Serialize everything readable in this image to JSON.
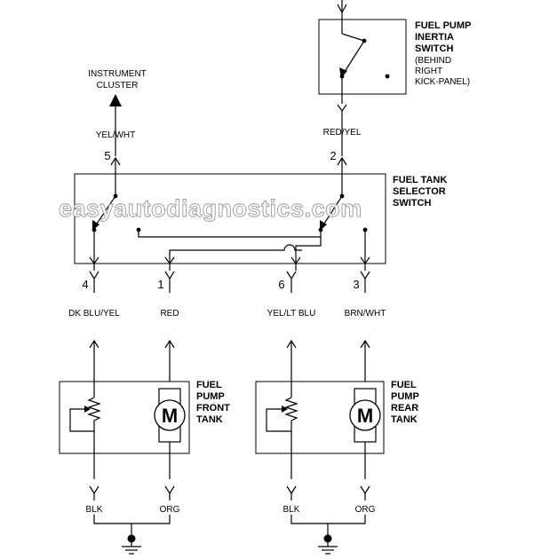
{
  "components": {
    "inertia_switch": {
      "title_line1": "FUEL PUMP",
      "title_line2": "INERTIA",
      "title_line3": "SWITCH",
      "note_line1": "(BEHIND",
      "note_line2": "RIGHT",
      "note_line3": "KICK-PANEL)"
    },
    "instrument_cluster": {
      "line1": "INSTRUMENT",
      "line2": "CLUSTER"
    },
    "selector_switch": {
      "title_line1": "FUEL TANK",
      "title_line2": "SELECTOR",
      "title_line3": "SWITCH"
    },
    "pump_front": {
      "title_line1": "FUEL",
      "title_line2": "PUMP",
      "title_line3": "FRONT",
      "title_line4": "TANK",
      "motor_label": "M"
    },
    "pump_rear": {
      "title_line1": "FUEL",
      "title_line2": "PUMP",
      "title_line3": "REAR",
      "title_line4": "TANK",
      "motor_label": "M"
    }
  },
  "pins": {
    "p5": "5",
    "p2": "2",
    "p4": "4",
    "p1": "1",
    "p6": "6",
    "p3": "3"
  },
  "wires": {
    "yel_wht": "YEL/WHT",
    "red_yel": "RED/YEL",
    "dk_blu_yel": "DK BLU/YEL",
    "red": "RED",
    "yel_lt_blu": "YEL/LT BLU",
    "brn_wht": "BRN/WHT",
    "blk_front": "BLK",
    "org_front": "ORG",
    "blk_rear": "BLK",
    "org_rear": "ORG"
  },
  "watermark": "easyautodiagnostics.com"
}
